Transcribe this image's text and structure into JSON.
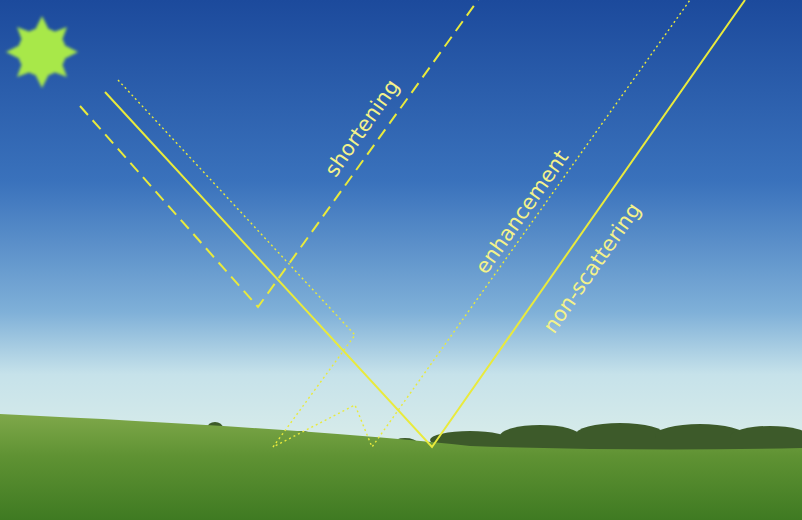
{
  "diagram": {
    "labels": [
      "shortening",
      "enhancement",
      "non-scattering"
    ]
  }
}
